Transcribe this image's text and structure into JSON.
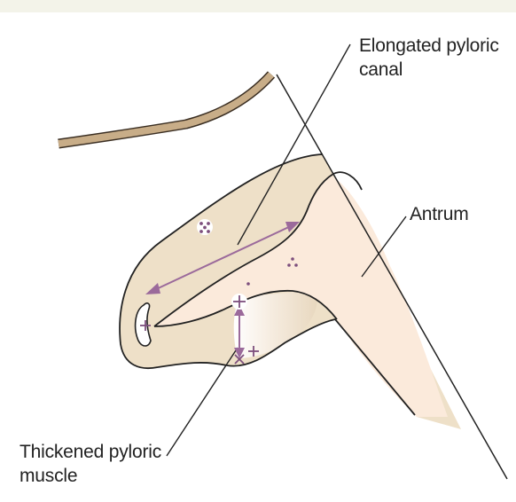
{
  "labels": {
    "elongated_line1": "Elongated pyloric",
    "elongated_line2": "canal",
    "antrum": "Antrum",
    "thickened_line1": "Thickened pyloric",
    "thickened_line2": "muscle"
  },
  "colors": {
    "background": "#ffffff",
    "top_band": "#f3f3e9",
    "muscle_wall": "#eee0c8",
    "lumen": "#fbeadb",
    "outline": "#222222",
    "duodenum": "#c8ad88",
    "arrow": "#9b6a9b"
  }
}
